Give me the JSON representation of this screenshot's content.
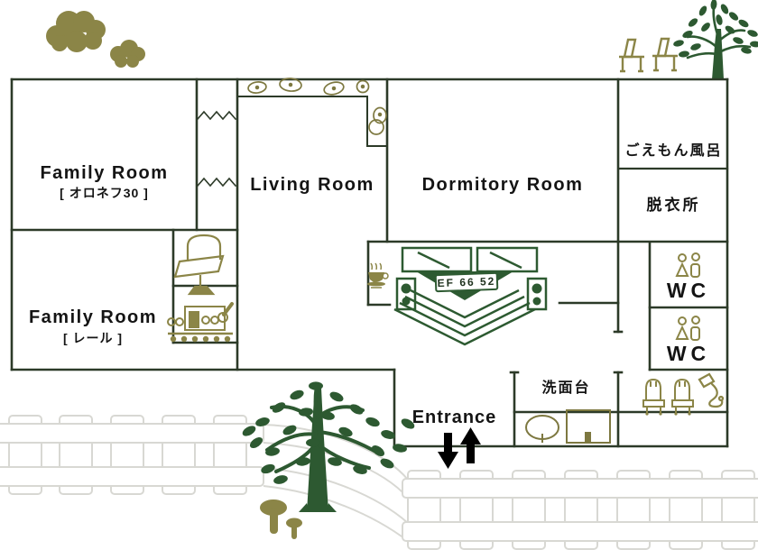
{
  "title": "Guesthouse floor plan",
  "colors": {
    "wall": "#2c3a28",
    "accent_olive": "#8b8547",
    "tree_green": "#2d5931",
    "track_gray": "#d8d8d3",
    "label_text": "#141414"
  },
  "rooms": {
    "family_oronef": {
      "name": "Family Room",
      "sub": "[ オロネフ30 ]"
    },
    "family_rail": {
      "name": "Family Room",
      "sub": "[ レール ]"
    },
    "living": {
      "name": "Living Room"
    },
    "dormitory": {
      "name": "Dormitory Room"
    },
    "goemon_bath": {
      "name": "ごえもん風呂"
    },
    "dressing_room": {
      "name": "脱衣所"
    },
    "wc_upper": {
      "name": "WC"
    },
    "wc_lower": {
      "name": "WC"
    },
    "washstand": {
      "name": "洗面台"
    }
  },
  "labels": {
    "entrance": "Entrance"
  },
  "train": {
    "nameplate": "EF 66 52"
  },
  "icons": [
    "cloud-icon",
    "garden-chair-icon",
    "tree-icon",
    "ladder-zigzag-icon",
    "counter-stone-icon",
    "coffee-cup-icon",
    "office-chair-icon",
    "toy-train-icon",
    "train-front-illustration",
    "restroom-figures-icon",
    "oval-sink-icon",
    "square-sink-icon",
    "stool-icon",
    "shower-hose-icon",
    "entrance-down-arrow",
    "entrance-up-arrow",
    "railroad-track",
    "mushroom-icon"
  ]
}
